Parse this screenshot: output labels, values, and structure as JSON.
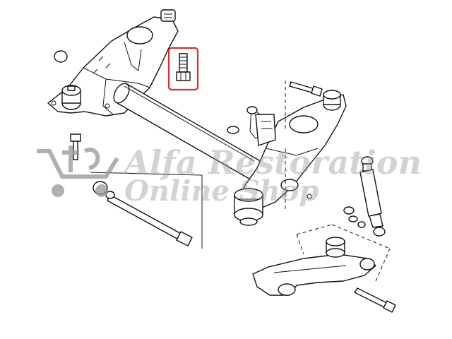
{
  "watermark": {
    "line1": "Alfa Restoration",
    "line2": "Online Shop",
    "logo_icon": "shopping-cart-cross-serpent-logo",
    "color": "#969696"
  },
  "diagram": {
    "subject": "rear-axle-crossmember-exploded-view",
    "highlighted_part": "bolt",
    "highlight_color": "#d32f2f",
    "line_color": "#111111"
  }
}
